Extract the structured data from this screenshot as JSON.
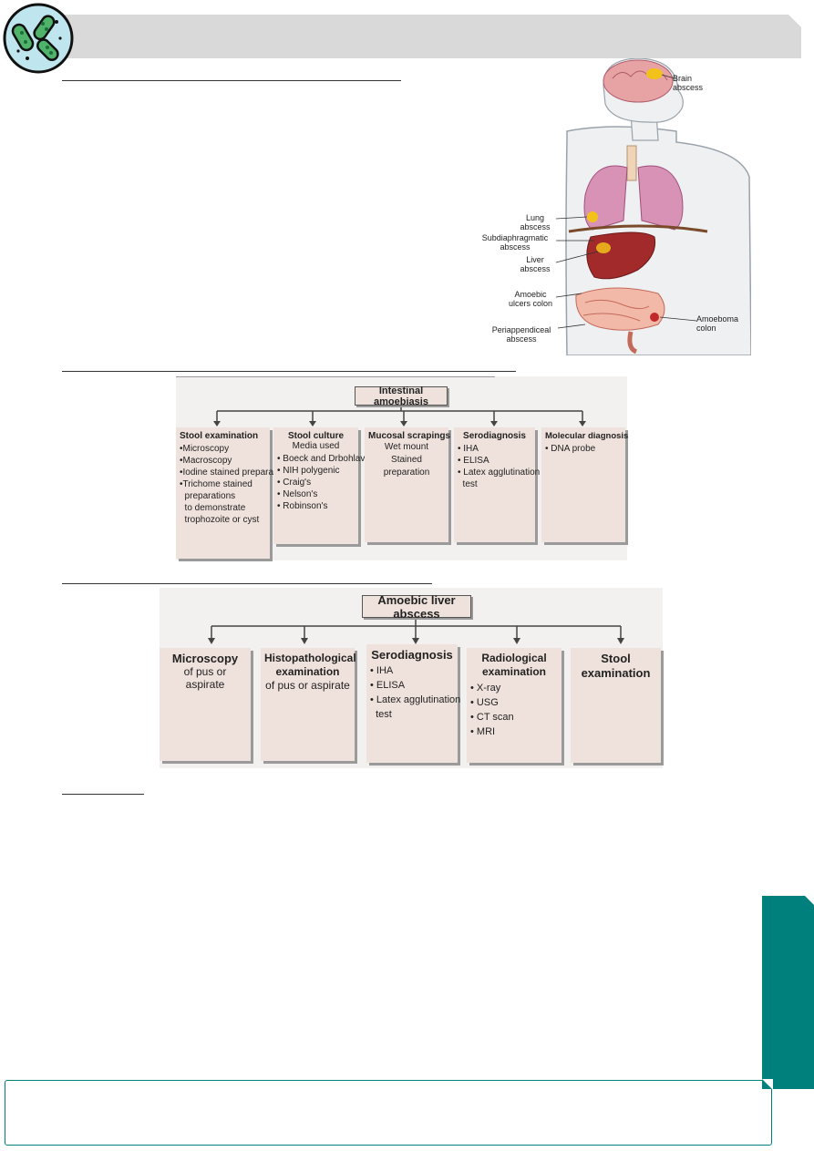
{
  "anatomy": {
    "labels": {
      "brain": "Brain\nabscess",
      "lung": "Lung\nabscess",
      "subdiaphragmatic": "Subdiaphragmatic\nabscess",
      "liver": "Liver\nabscess",
      "amoebic_ulcers": "Amoebic\nulcers colon",
      "periappendiceal": "Periappendiceal\nabscess",
      "amoeboma": "Amoeboma\ncolon"
    }
  },
  "intestinal_chart": {
    "title": "Intestinal amoebiasis",
    "boxes": [
      {
        "title": "Stool examination",
        "subtitle": "",
        "items": [
          "•Microscopy",
          "•Macroscopy",
          "•Iodine stained preparation",
          "•Trichome stained",
          "  preparations",
          "  to demonstrate",
          "  trophozoite or cyst"
        ]
      },
      {
        "title": "Stool culture",
        "subtitle": "Media used",
        "items": [
          "• Boeck and Drbohlav",
          "• NIH polygenic",
          "• Craig's",
          "• Nelson's",
          "• Robinson's"
        ]
      },
      {
        "title": "Mucosal scrapings",
        "subtitle": "Wet mount\nStained preparation",
        "items": []
      },
      {
        "title": "Serodiagnosis",
        "subtitle": "",
        "items": [
          "• IHA",
          "• ELISA",
          "• Latex agglutination",
          "  test"
        ]
      },
      {
        "title": "Molecular diagnosis",
        "subtitle": "",
        "items": [
          "• DNA probe"
        ]
      }
    ]
  },
  "liver_chart": {
    "title": "Amoebic liver abscess",
    "boxes": [
      {
        "title": "Microscopy",
        "subtitle": "of pus or aspirate",
        "items": []
      },
      {
        "title": "Histopathological\nexamination",
        "subtitle": "of pus or aspirate",
        "items": []
      },
      {
        "title": "Serodiagnosis",
        "subtitle": "",
        "items": [
          "• IHA",
          "• ELISA",
          "• Latex agglutination",
          "  test"
        ]
      },
      {
        "title": "Radiological\nexamination",
        "subtitle": "",
        "items": [
          "• X-ray",
          "• USG",
          "• CT scan",
          "• MRI"
        ]
      },
      {
        "title": "Stool\nexamination",
        "subtitle": "",
        "items": []
      }
    ]
  },
  "colors": {
    "accent": "#00807c",
    "header_band": "#d9d9d9",
    "card": "#efe2dc"
  },
  "icons": {
    "logo": "bacteria-icon"
  }
}
